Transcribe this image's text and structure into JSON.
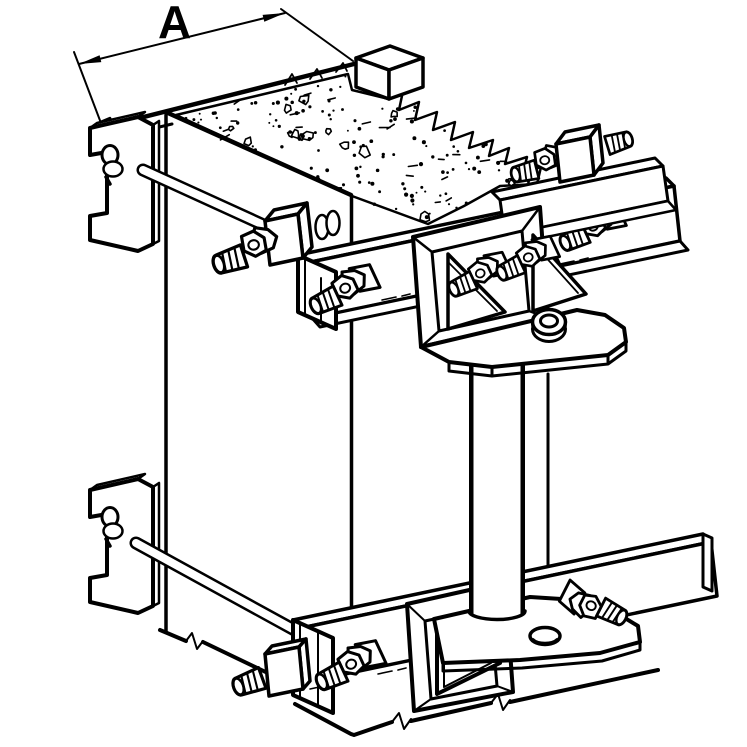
{
  "figure": {
    "dimension_label": "A",
    "ink_color": "#000000",
    "paper_color": "#ffffff",
    "components": [
      "dimension-arrow-A",
      "form-board",
      "concrete-column",
      "upper-left-channel-bracket",
      "lower-left-channel-bracket",
      "upper-tie-rod",
      "lower-tie-rod",
      "upper-clamp-channel",
      "back-clamp-channel",
      "tie-rod-clamp-blocks",
      "gusset-bracket-with-base-plate",
      "support-pipe",
      "lower-clamp-channel",
      "lower-gusset-bracket",
      "bolts-and-nuts"
    ]
  }
}
